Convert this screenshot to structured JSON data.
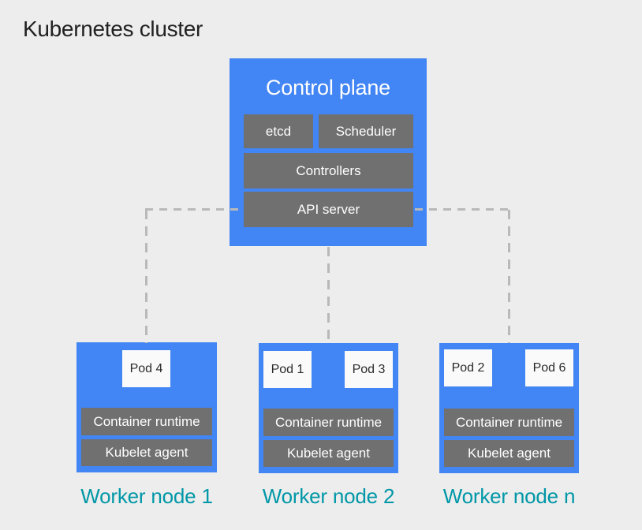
{
  "title": "Kubernetes cluster",
  "colors": {
    "background": "#EDEDED",
    "node_blue": "#4285F4",
    "component_gray": "#707070",
    "pod_background": "#FAFAFA",
    "dashed_connector": "#B9B9B9",
    "title_text": "#212121",
    "worker_label_teal": "#0097A7",
    "box_text_white": "#FFFFFF"
  },
  "control_plane": {
    "label": "Control plane",
    "components": {
      "etcd": "etcd",
      "scheduler": "Scheduler",
      "controllers": "Controllers",
      "api_server": "API server"
    }
  },
  "worker_nodes": [
    {
      "label": "Worker node 1",
      "pods": [
        "Pod 4"
      ],
      "components": [
        "Container runtime",
        "Kubelet agent"
      ]
    },
    {
      "label": "Worker node 2",
      "pods": [
        "Pod 1",
        "Pod 3"
      ],
      "components": [
        "Container runtime",
        "Kubelet agent"
      ]
    },
    {
      "label": "Worker node n",
      "pods": [
        "Pod 2",
        "Pod 6"
      ],
      "components": [
        "Container runtime",
        "Kubelet agent"
      ]
    }
  ]
}
